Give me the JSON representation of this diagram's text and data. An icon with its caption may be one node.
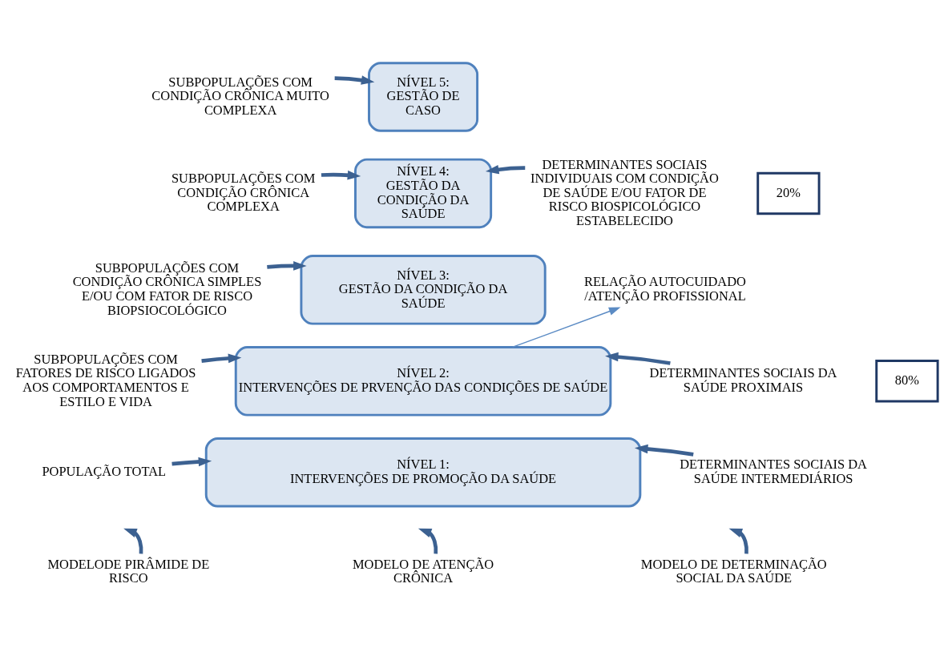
{
  "diagram": {
    "nodes": [
      {
        "text": [
          "NÍVEL 5:",
          "GESTÃO DE CASO"
        ]
      },
      {
        "text": [
          "NÍVEL 4:",
          "GESTÃO DA CONDIÇÃO DA SAÚDE"
        ]
      },
      {
        "text": [
          "NÍVEL 3:",
          "GESTÃO DA CONDIÇÃO DA SAÚDE"
        ]
      },
      {
        "text": [
          "NÍVEL 2:",
          "INTERVENÇÕES DE PRVENÇÃO DAS CONDIÇÕES DE SAÚDE"
        ]
      },
      {
        "text": [
          "NÍVEL 1:",
          "INTERVENÇÕES DE PROMOÇÃO DA SAÚDE"
        ]
      },
      {
        "text": [
          "SUBPOPULAÇÕES COM CONDIÇÃO CRÔNICA MUITO COMPLEXA"
        ]
      },
      {
        "text": [
          "SUBPOPULAÇÕES COM CONDIÇÃO CRÔNICA COMPLEXA"
        ]
      },
      {
        "text": [
          "SUBPOPULAÇÕES COM CONDIÇÃO CRÔNICA SIMPLES E/OU COM FATOR DE RISCO BIOPSIOCOLÓGICO"
        ]
      },
      {
        "text": [
          "SUBPOPULAÇÕES COM FATORES DE RISCO LIGADOS AOS COMPORTAMENTOS E ESTILO E VIDA"
        ]
      },
      {
        "text": [
          "POPULAÇÃO TOTAL"
        ]
      },
      {
        "text": [
          "DETERMINANTES SOCIAIS INDIVIDUAIS COM CONDIÇÃO DE SAÚDE E/OU FATOR DE RISCO BIOSPICOLÓGICO ESTABELECIDO"
        ]
      },
      {
        "text": [
          "RELAÇÃO AUTOCUIDADO /ATENÇÃO PROFISSIONAL"
        ]
      },
      {
        "text": [
          "DETERMINANTES SOCIAIS DA SAÚDE PROXIMAIS"
        ]
      },
      {
        "text": [
          "DETERMINANTES SOCIAIS DA SAÚDE INTERMEDIÁRIOS"
        ]
      },
      {
        "text": [
          "20%"
        ]
      },
      {
        "text": [
          "80%"
        ]
      },
      {
        "text": [
          "MODELODE PIRÂMIDE DE RISCO"
        ]
      },
      {
        "text": [
          "MODELO DE ATENÇÃO CRÔNICA"
        ]
      },
      {
        "text": [
          "MODELO DE DETERMINAÇÃO SOCIAL DA SAÚDE"
        ]
      }
    ],
    "edges": [
      {
        "from": 5,
        "to": 0,
        "arrow": "to"
      },
      {
        "from": 6,
        "to": 1,
        "arrow": "to"
      },
      {
        "from": 7,
        "to": 2,
        "arrow": "to"
      },
      {
        "from": 8,
        "to": 3,
        "arrow": "to"
      },
      {
        "from": 9,
        "to": 4,
        "arrow": "to"
      },
      {
        "from": 10,
        "to": 1,
        "arrow": "to"
      },
      {
        "from": 3,
        "to": 11,
        "arrow": "to",
        "color": "#5b8bc4"
      },
      {
        "from": 12,
        "to": 3,
        "arrow": "to"
      },
      {
        "from": 13,
        "to": 4,
        "arrow": "to"
      },
      {
        "from": 16,
        "to": null,
        "arrow": "to"
      },
      {
        "from": 17,
        "to": null,
        "arrow": "to"
      },
      {
        "from": 18,
        "to": null,
        "arrow": "to"
      }
    ]
  }
}
